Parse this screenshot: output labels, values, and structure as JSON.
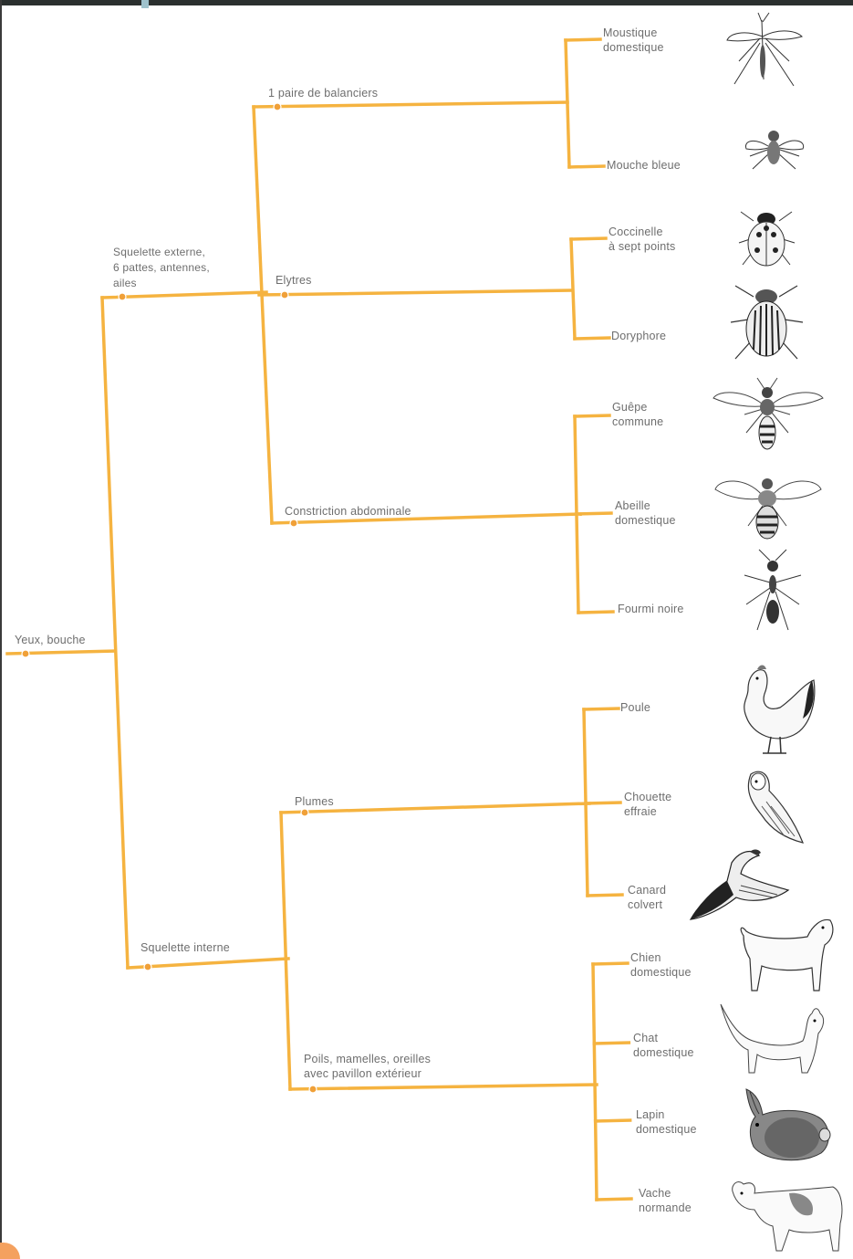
{
  "labels": {
    "root": "Yeux, bouche",
    "exo": "Squelette externe,\n6 pattes, antennes,\nailes",
    "endo": "Squelette interne",
    "diptera": "1 paire de balanciers",
    "elytres": "Elytres",
    "constriction": "Constriction abdominale",
    "plumes": "Plumes",
    "poils": "Poils, mamelles, oreilles\navec pavillon extérieur"
  },
  "species": [
    {
      "name": "Moustique\ndomestique",
      "icon": "mosquito-icon"
    },
    {
      "name": "Mouche bleue",
      "icon": "fly-icon"
    },
    {
      "name": "Coccinelle\nà sept points",
      "icon": "ladybird-icon"
    },
    {
      "name": "Doryphore",
      "icon": "colorado-beetle-icon"
    },
    {
      "name": "Guêpe\ncommune",
      "icon": "wasp-icon"
    },
    {
      "name": "Abeille\ndomestique",
      "icon": "bee-icon"
    },
    {
      "name": "Fourmi noire",
      "icon": "ant-icon"
    },
    {
      "name": "Poule",
      "icon": "hen-icon"
    },
    {
      "name": "Chouette\neffraie",
      "icon": "owl-icon"
    },
    {
      "name": "Canard\ncolvert",
      "icon": "duck-icon"
    },
    {
      "name": "Chien\ndomestique",
      "icon": "dog-icon"
    },
    {
      "name": "Chat\ndomestique",
      "icon": "cat-icon"
    },
    {
      "name": "Lapin\ndomestique",
      "icon": "rabbit-icon"
    },
    {
      "name": "Vache\nnormande",
      "icon": "cow-icon"
    }
  ],
  "colors": {
    "branch": "#f5b340",
    "branch_dark": "#f0a038",
    "text": "#6e6e6e"
  }
}
